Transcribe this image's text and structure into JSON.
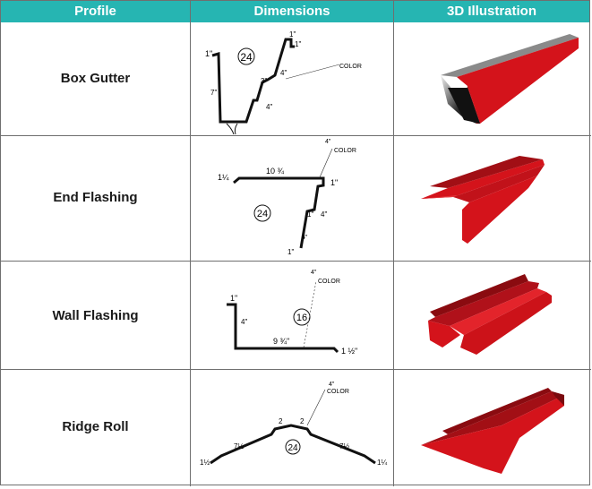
{
  "headers": {
    "profile": "Profile",
    "dimensions": "Dimensions",
    "illustration": "3D Illustration"
  },
  "colors": {
    "header_bg": "#26b5b2",
    "header_text": "#ffffff",
    "metal_red": "#d4131b",
    "gutter_interior": "#1a1a1a"
  },
  "rows": [
    {
      "profile": "Box Gutter",
      "dims": {
        "gauge": "24",
        "t1": "1\"",
        "t2": "1\"",
        "t3": "1\"",
        "d1": "3\"",
        "d2": "4\"",
        "d3": "4\"",
        "d4": "7\"",
        "color": "COLOR"
      }
    },
    {
      "profile": "End Flashing",
      "dims": {
        "gauge": "24",
        "a": "1¼",
        "b": "10 ¾",
        "c": "4\"",
        "d": "1\"",
        "e": "1\"",
        "f": "4\"",
        "g": "4\"",
        "h": "1\"",
        "color": "COLOR"
      }
    },
    {
      "profile": "Wall Flashing",
      "dims": {
        "gauge": "16",
        "a": "1\"",
        "b": "4\"",
        "c": "9 ¾\"",
        "d": "1 ½\"",
        "e": "4\"",
        "color": "COLOR"
      }
    },
    {
      "profile": "Ridge Roll",
      "dims": {
        "gauge": "24",
        "a": "1½",
        "b": "7½",
        "c": "2",
        "d": "2",
        "e": "7½",
        "f": "1¼",
        "g": "4\"",
        "color": "COLOR"
      }
    }
  ]
}
